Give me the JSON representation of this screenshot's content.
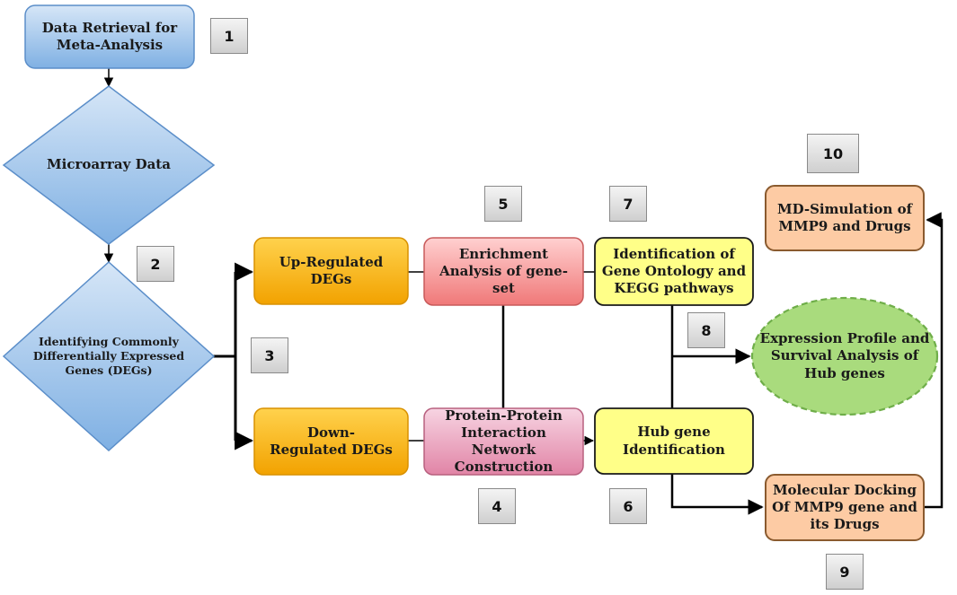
{
  "nodes": {
    "data_retrieval": "Data Retrieval for Meta-Analysis",
    "microarray": "Microarray Data",
    "identifying_degs": "Identifying Commonly Differentially Expressed Genes (DEGs)",
    "up_regulated": "Up-Regulated DEGs",
    "down_regulated": "Down-Regulated DEGs",
    "enrichment": "Enrichment Analysis of gene-set",
    "ppi": "Protein-Protein Interaction Network Construction",
    "go_kegg": "Identification of Gene Ontology and KEGG pathways",
    "hub_gene": "Hub gene Identification",
    "expression_profile": "Expression Profile and Survival Analysis of Hub genes",
    "md_simulation": "MD-Simulation of MMP9 and Drugs",
    "molecular_docking": "Molecular Docking Of MMP9 gene and its Drugs"
  },
  "steps": {
    "s1": "1",
    "s2": "2",
    "s3": "3",
    "s4": "4",
    "s5": "5",
    "s6": "6",
    "s7": "7",
    "s8": "8",
    "s9": "9",
    "s10": "10"
  },
  "colors": {
    "blue_fill_top": "#d6e6f7",
    "blue_fill_bottom": "#7fb0e3",
    "blue_stroke": "#5b8ec9",
    "orange_fill_top": "#ffd24d",
    "orange_fill_bottom": "#f2a200",
    "orange_stroke": "#d99100",
    "red_fill_top": "#ffd0d0",
    "red_fill_bottom": "#f07878",
    "red_stroke": "#c85a5a",
    "pink_fill_top": "#f7d4e2",
    "pink_fill_bottom": "#e184a6",
    "pink_stroke": "#b8607f",
    "yellow_fill": "#ffff88",
    "yellow_stroke": "#1a1a1a",
    "green_fill": "#a9db7d",
    "green_stroke": "#6fae49",
    "peach_fill": "#fdcba4",
    "peach_stroke": "#8a5a2e",
    "line": "#000000"
  }
}
